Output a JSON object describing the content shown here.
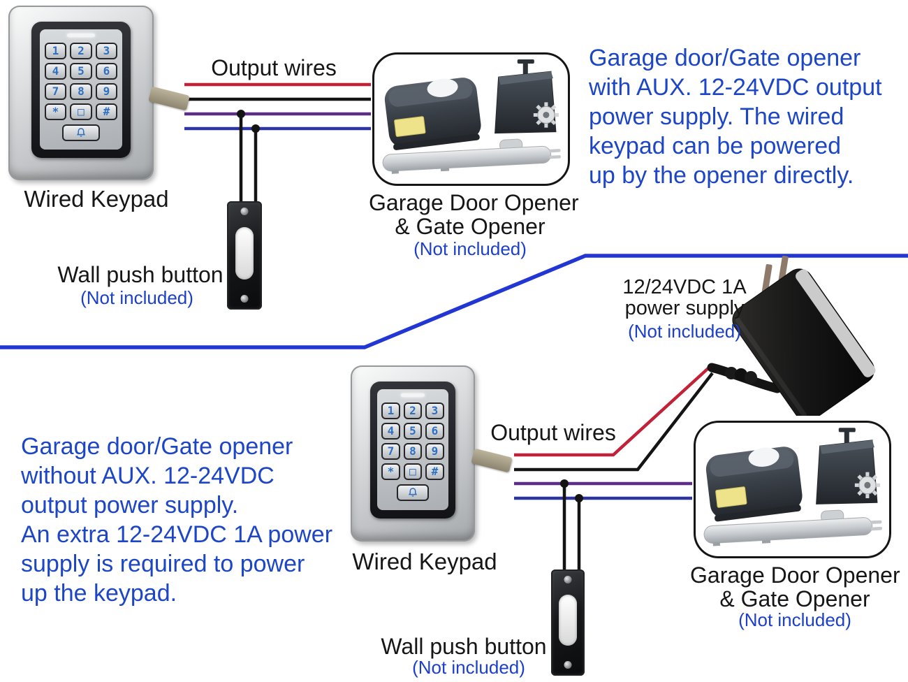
{
  "colors": {
    "blue_text": "#1c46c5",
    "note_blue": "#1c40cb",
    "divider_blue": "#2136d2",
    "wire_red": "#c22138",
    "wire_black": "#141414",
    "wire_purple": "#5d2e88",
    "wire_navy": "#2d36a0",
    "key_glyph": "#2e6fc4",
    "label_black": "#161616"
  },
  "keypad": {
    "keys": [
      "1",
      "2",
      "3",
      "4",
      "5",
      "6",
      "7",
      "8",
      "9",
      "*",
      "□",
      "#"
    ],
    "bell_icon": "bell-icon"
  },
  "top_diagram": {
    "keypad_label": "Wired Keypad",
    "output_wires_label": "Output wires",
    "push_button_label": "Wall push button",
    "push_button_note": "(Not included)",
    "opener_title": "Garage Door Opener",
    "opener_subtitle": "& Gate Opener",
    "opener_note": "(Not included)",
    "annotation_lines": [
      "Garage door/Gate opener",
      "with AUX. 12-24VDC output",
      "power supply. The wired",
      "keypad can be powered",
      "up by the opener directly."
    ]
  },
  "bottom_diagram": {
    "keypad_label": "Wired Keypad",
    "output_wires_label": "Output wires",
    "push_button_label": "Wall push button",
    "push_button_note": "(Not included)",
    "opener_title": "Garage Door Opener",
    "opener_subtitle": "& Gate Opener",
    "opener_note": "(Not included)",
    "power_supply_label_line1": "12/24VDC 1A",
    "power_supply_label_line2": "power supply",
    "power_supply_note": "(Not included)",
    "annotation_lines": [
      "Garage door/Gate opener",
      "without AUX. 12-24VDC",
      "output power supply.",
      "An extra 12-24VDC 1A power",
      "supply is required to power",
      "up the keypad."
    ]
  }
}
